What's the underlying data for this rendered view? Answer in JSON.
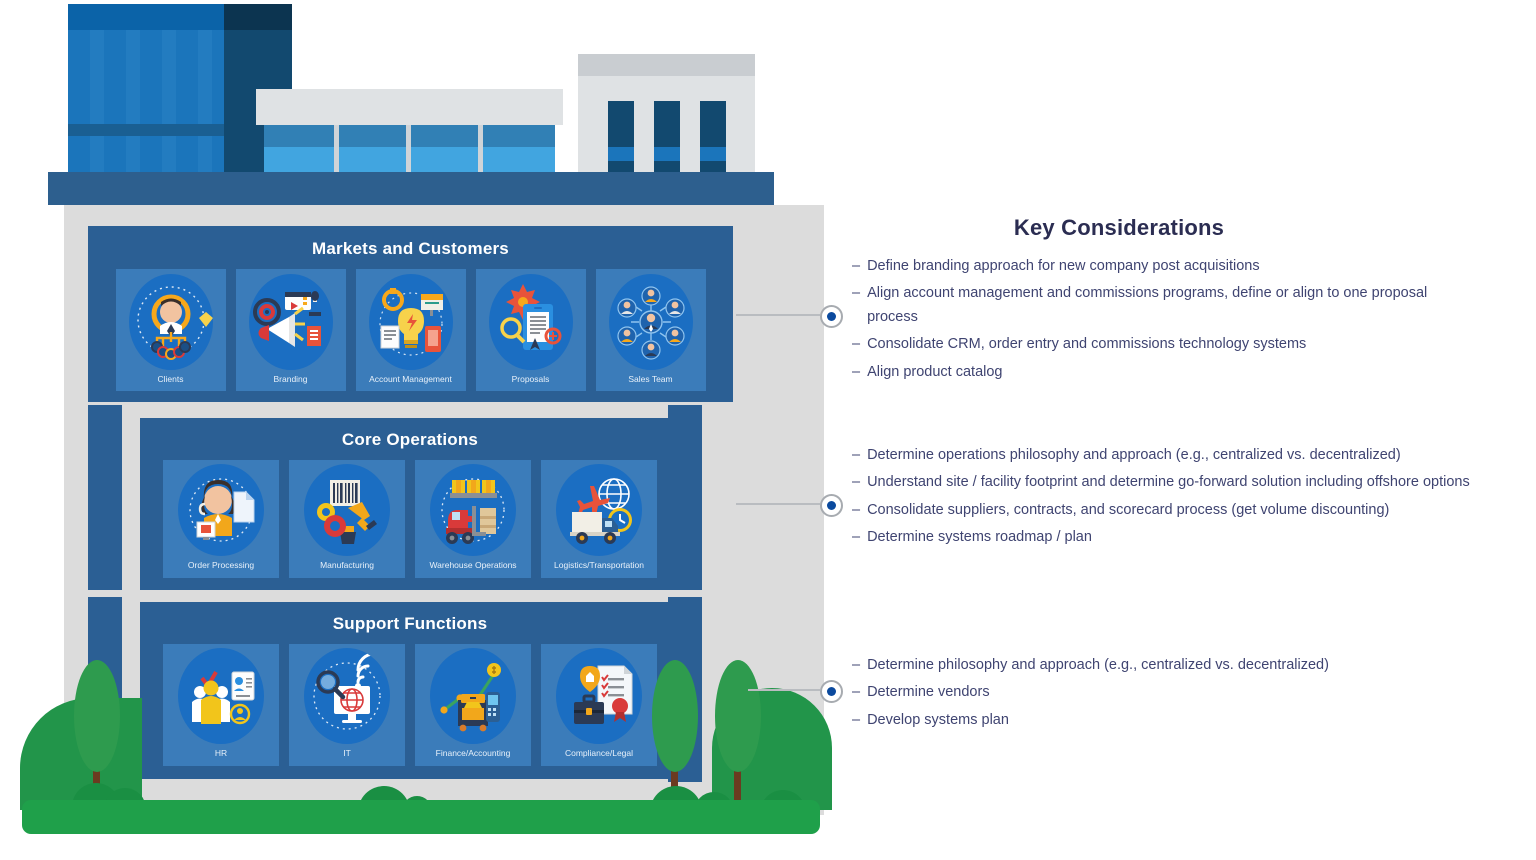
{
  "illustration": {
    "alt": "office-building-illustration",
    "colors": {
      "panel_blue": "#2b5f94",
      "tile_blue": "#3b7cba",
      "disc_blue": "#1b6ec2",
      "body_gray": "#dcdcdc",
      "roof_blue": "#1b75bb",
      "grass_green": "#1fa04a",
      "accent_dot": "#0b4a9e"
    }
  },
  "building": {
    "sections": [
      {
        "id": "markets-and-customers",
        "title": "Markets and Customers",
        "tiles": [
          {
            "label": "Clients",
            "icon": "clients-icon"
          },
          {
            "label": "Branding",
            "icon": "branding-megaphone-icon"
          },
          {
            "label": "Account Management",
            "icon": "account-management-lightbulb-icon"
          },
          {
            "label": "Proposals",
            "icon": "proposals-document-icon"
          },
          {
            "label": "Sales Team",
            "icon": "sales-team-network-icon"
          }
        ]
      },
      {
        "id": "core-operations",
        "title": "Core Operations",
        "tiles": [
          {
            "label": "Order Processing",
            "icon": "order-processing-agent-icon"
          },
          {
            "label": "Manufacturing",
            "icon": "manufacturing-robot-arm-icon"
          },
          {
            "label": "Warehouse Operations",
            "icon": "warehouse-forklift-icon"
          },
          {
            "label": "Logistics/Transportation",
            "icon": "logistics-truck-plane-icon"
          }
        ]
      },
      {
        "id": "support-functions",
        "title": "Support Functions",
        "tiles": [
          {
            "label": "HR",
            "icon": "hr-people-badge-icon"
          },
          {
            "label": "IT",
            "icon": "it-globe-monitor-icon"
          },
          {
            "label": "Finance/Accounting",
            "icon": "finance-chart-cash-icon"
          },
          {
            "label": "Compliance/Legal",
            "icon": "compliance-briefcase-seal-icon"
          }
        ]
      }
    ]
  },
  "key_considerations": {
    "title": "Key Considerations",
    "groups": [
      {
        "id": "markets-and-customers",
        "connector": "connector-dot-markets",
        "bullet": "–",
        "items": [
          "Define branding approach for new company post acquisitions",
          "Align account management and commissions programs, define or align to one proposal process",
          "Consolidate CRM, order entry and commissions technology systems",
          "Align product catalog"
        ]
      },
      {
        "id": "core-operations",
        "connector": "connector-dot-operations",
        "bullet": "–",
        "items": [
          "Determine operations philosophy and approach (e.g., centralized vs. decentralized)",
          "Understand site / facility footprint and determine go-forward solution including offshore options",
          "Consolidate suppliers, contracts, and scorecard process (get volume discounting)",
          "Determine systems roadmap / plan"
        ]
      },
      {
        "id": "support-functions",
        "connector": "connector-dot-support",
        "bullet": "–",
        "items": [
          "Determine philosophy and approach (e.g., centralized vs. decentralized)",
          "Determine vendors",
          "Develop systems plan"
        ]
      }
    ]
  }
}
